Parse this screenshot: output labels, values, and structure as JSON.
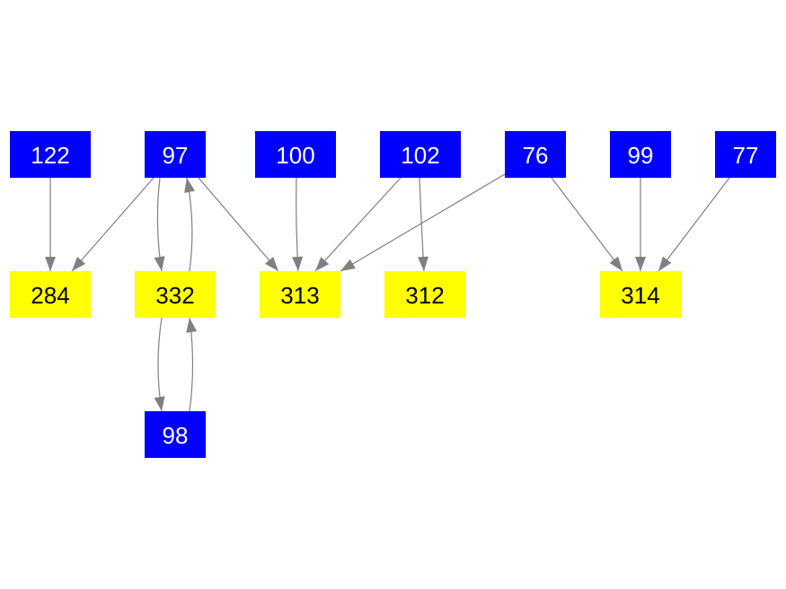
{
  "colors": {
    "source_fill": "#0000ff",
    "source_text": "#ffffff",
    "target_fill": "#ffff00",
    "target_text": "#000000",
    "edge": "#808080",
    "background": "#ffffff"
  },
  "nodes": [
    {
      "id": "n122",
      "label": "122",
      "kind": "source"
    },
    {
      "id": "n97",
      "label": "97",
      "kind": "source"
    },
    {
      "id": "n100",
      "label": "100",
      "kind": "source"
    },
    {
      "id": "n102",
      "label": "102",
      "kind": "source"
    },
    {
      "id": "n76",
      "label": "76",
      "kind": "source"
    },
    {
      "id": "n99",
      "label": "99",
      "kind": "source"
    },
    {
      "id": "n77",
      "label": "77",
      "kind": "source"
    },
    {
      "id": "n284",
      "label": "284",
      "kind": "target"
    },
    {
      "id": "n332",
      "label": "332",
      "kind": "target"
    },
    {
      "id": "n313",
      "label": "313",
      "kind": "target"
    },
    {
      "id": "n312",
      "label": "312",
      "kind": "target"
    },
    {
      "id": "n314",
      "label": "314",
      "kind": "target"
    },
    {
      "id": "n98",
      "label": "98",
      "kind": "source"
    }
  ],
  "edges": [
    {
      "from": "n122",
      "to": "n284"
    },
    {
      "from": "n97",
      "to": "n284"
    },
    {
      "from": "n97",
      "to": "n332"
    },
    {
      "from": "n332",
      "to": "n97"
    },
    {
      "from": "n97",
      "to": "n313"
    },
    {
      "from": "n100",
      "to": "n313"
    },
    {
      "from": "n102",
      "to": "n313"
    },
    {
      "from": "n102",
      "to": "n312"
    },
    {
      "from": "n76",
      "to": "n313"
    },
    {
      "from": "n76",
      "to": "n314"
    },
    {
      "from": "n99",
      "to": "n314"
    },
    {
      "from": "n77",
      "to": "n314"
    },
    {
      "from": "n332",
      "to": "n98"
    },
    {
      "from": "n98",
      "to": "n332"
    }
  ]
}
